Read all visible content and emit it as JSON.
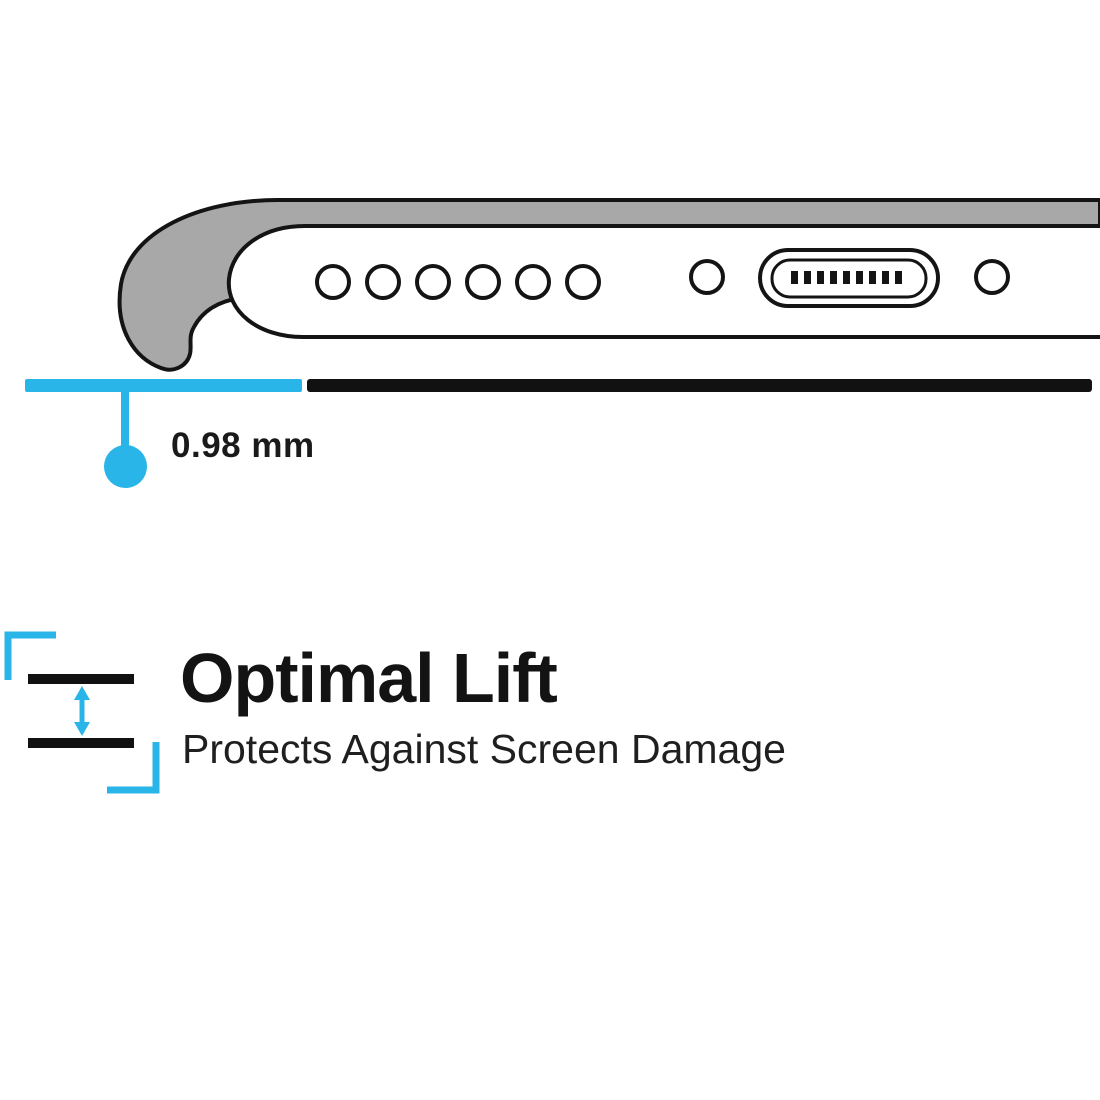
{
  "colors": {
    "accent_cyan": "#29b5e8",
    "case_gray": "#a8a8a8",
    "outline_black": "#111111"
  },
  "measurement": {
    "value": "0.98 mm"
  },
  "feature": {
    "title": "Optimal Lift",
    "subtitle": "Protects Against Screen Damage"
  },
  "icons": [
    {
      "name": "phone-case-cross-section-illustration"
    },
    {
      "name": "speaker-holes-icon"
    },
    {
      "name": "charging-port-icon"
    },
    {
      "name": "screw-hole-icon"
    },
    {
      "name": "lift-gap-arrow-icon"
    }
  ]
}
